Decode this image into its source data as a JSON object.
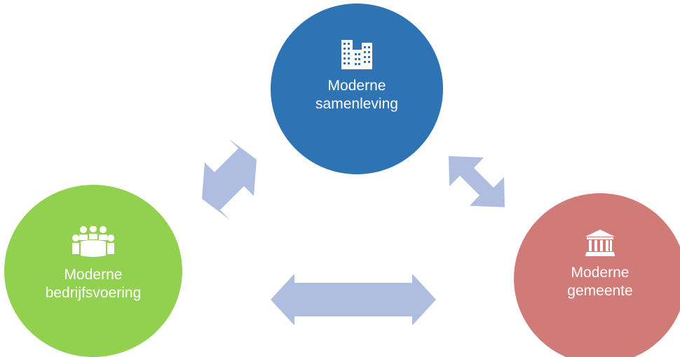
{
  "colors": {
    "top_node": "#2e74b5",
    "left_node": "#92d050",
    "right_node": "#d07b78",
    "arrow": "#aebde0",
    "icon": "#ffffff"
  },
  "nodes": {
    "top": {
      "line1": "Moderne",
      "line2": "samenleving",
      "icon": "city-buildings-icon"
    },
    "left": {
      "line1": "Moderne",
      "line2": "bedrijfsvoering",
      "icon": "meeting-table-icon"
    },
    "right": {
      "line1": "Moderne",
      "line2": "gemeente",
      "icon": "government-building-icon"
    }
  }
}
